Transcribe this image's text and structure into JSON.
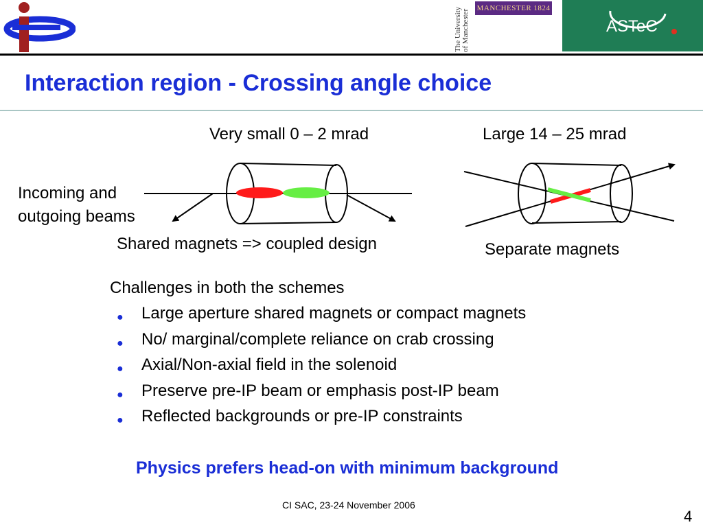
{
  "header": {
    "university_line1": "The University",
    "university_line2": "of Manchester",
    "manchester_badge": "MANCHESTER 1824",
    "astec_logo_text": "ASTeC"
  },
  "title": "Interaction region - Crossing angle choice",
  "diagram": {
    "small_angle_label": "Very small 0 – 2 mrad",
    "large_angle_label": "Large 14 – 25 mrad",
    "beams_label_line1": "Incoming and",
    "beams_label_line2": "outgoing beams",
    "shared_caption": "Shared magnets => coupled design",
    "separate_caption": "Separate magnets",
    "colors": {
      "red_beam": "#ff1a1a",
      "green_beam": "#66ee44"
    }
  },
  "challenges": {
    "heading": "Challenges in both the schemes",
    "items": [
      "Large aperture shared magnets or compact magnets",
      "No/ marginal/complete reliance on crab crossing",
      "Axial/Non-axial field in the solenoid",
      "Preserve pre-IP beam or emphasis post-IP beam",
      "Reflected backgrounds or pre-IP constraints"
    ]
  },
  "conclusion": "Physics prefers head-on with minimum background",
  "footer": "CI  SAC, 23-24 November 2006",
  "page_number": "4",
  "colors": {
    "title_blue": "#1a2ed6",
    "astec_green": "#1f7d55",
    "manchester_purple": "#5b2a83"
  }
}
